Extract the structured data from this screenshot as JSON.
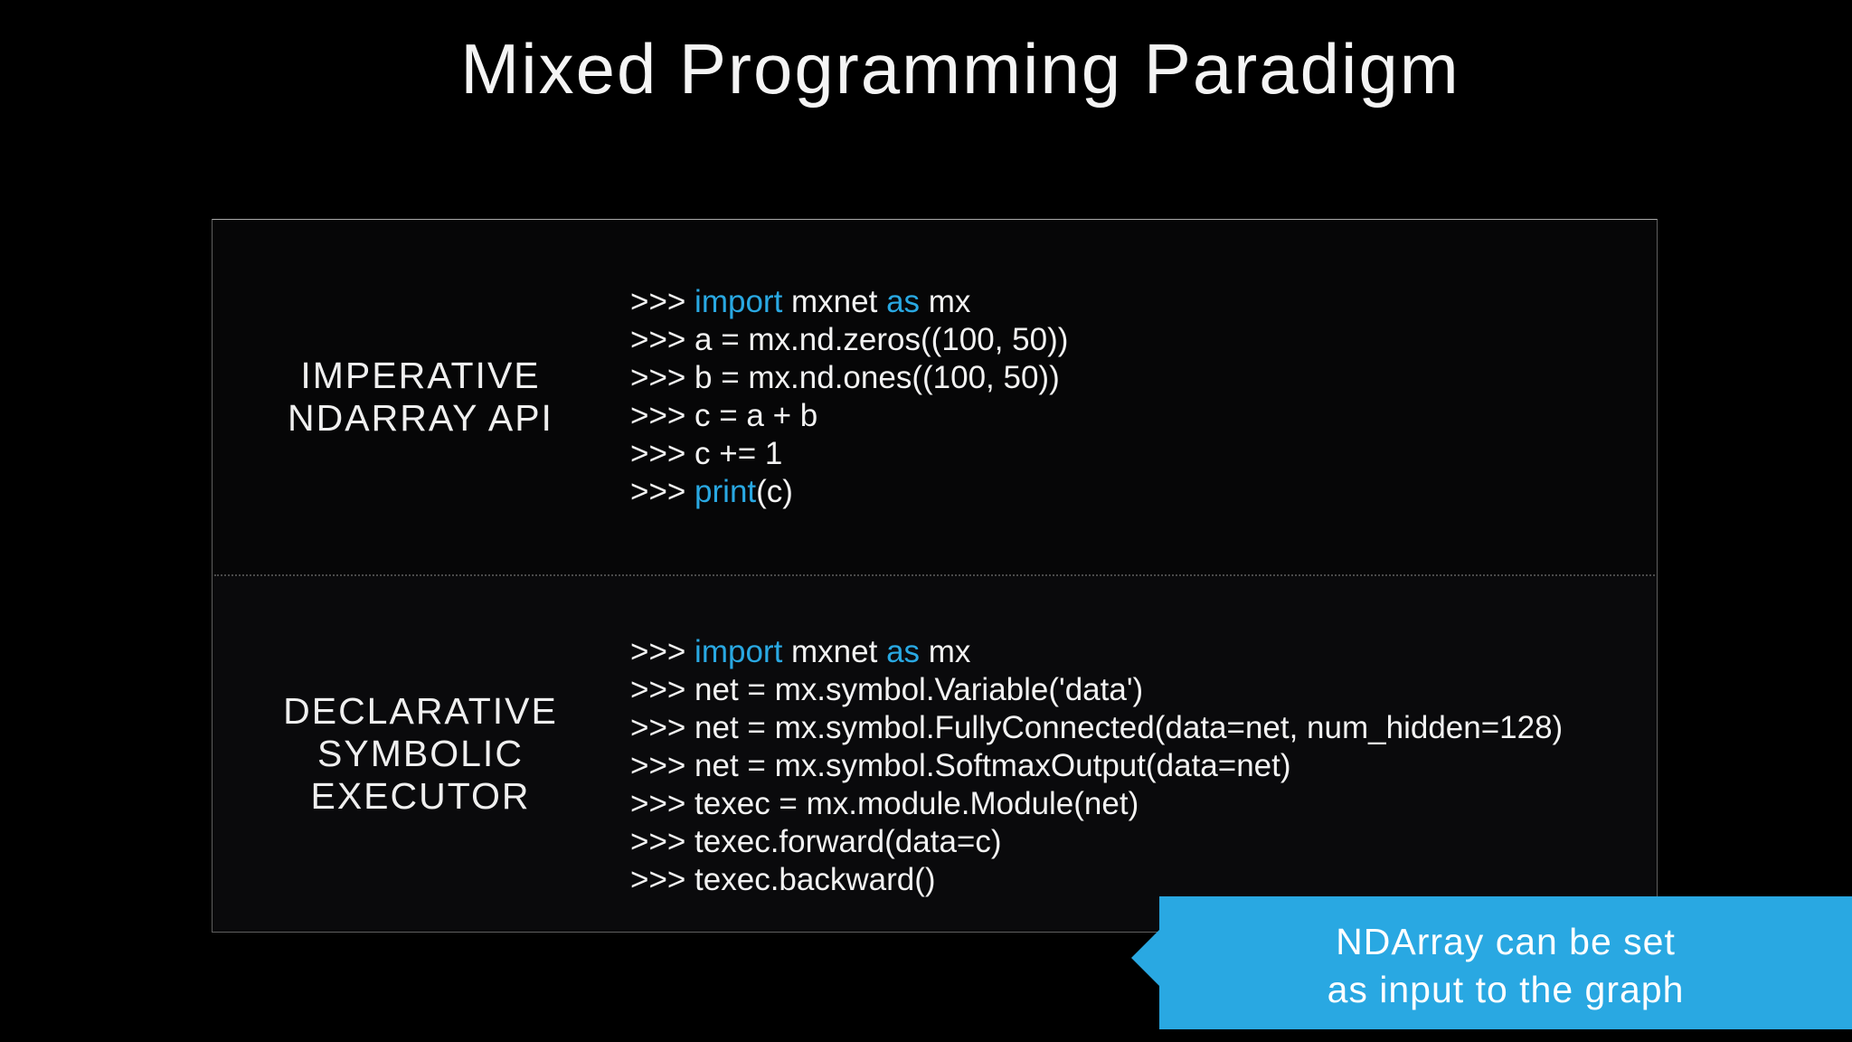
{
  "title": "Mixed Programming Paradigm",
  "colors": {
    "background": "#000000",
    "accent_blue": "#29a8e2",
    "code_text": "#f2f2f2",
    "panel_border": "#5f5f5f"
  },
  "panel": {
    "sections": [
      {
        "label_lines": [
          "IMPERATIVE",
          "NDARRAY API"
        ],
        "code_lines": [
          [
            {
              "t": ">>> "
            },
            {
              "t": "import",
              "kw": true
            },
            {
              "t": " mxnet "
            },
            {
              "t": "as",
              "kw": true
            },
            {
              "t": " mx"
            }
          ],
          [
            {
              "t": ">>> a = mx.nd.zeros((100, 50))"
            }
          ],
          [
            {
              "t": ">>> b = mx.nd.ones((100, 50))"
            }
          ],
          [
            {
              "t": ">>> c = a + b"
            }
          ],
          [
            {
              "t": ">>> c += 1"
            }
          ],
          [
            {
              "t": ">>> "
            },
            {
              "t": "print",
              "kw": true
            },
            {
              "t": "(c)"
            }
          ]
        ]
      },
      {
        "label_lines": [
          "DECLARATIVE",
          "SYMBOLIC",
          "EXECUTOR"
        ],
        "code_lines": [
          [
            {
              "t": ">>> "
            },
            {
              "t": "import",
              "kw": true
            },
            {
              "t": " mxnet "
            },
            {
              "t": "as",
              "kw": true
            },
            {
              "t": " mx"
            }
          ],
          [
            {
              "t": ">>> net = mx.symbol.Variable('data')"
            }
          ],
          [
            {
              "t": ">>> net = mx.symbol.FullyConnected(data=net, num_hidden=128)"
            }
          ],
          [
            {
              "t": ">>> net = mx.symbol.SoftmaxOutput(data=net)"
            }
          ],
          [
            {
              "t": ">>> texec = mx.module.Module(net)"
            }
          ],
          [
            {
              "t": ">>> texec.forward(data=c)"
            }
          ],
          [
            {
              "t": ">>> texec.backward()"
            }
          ]
        ]
      }
    ]
  },
  "callout": {
    "lines": [
      "NDArray can be set",
      "as input to the graph"
    ]
  }
}
